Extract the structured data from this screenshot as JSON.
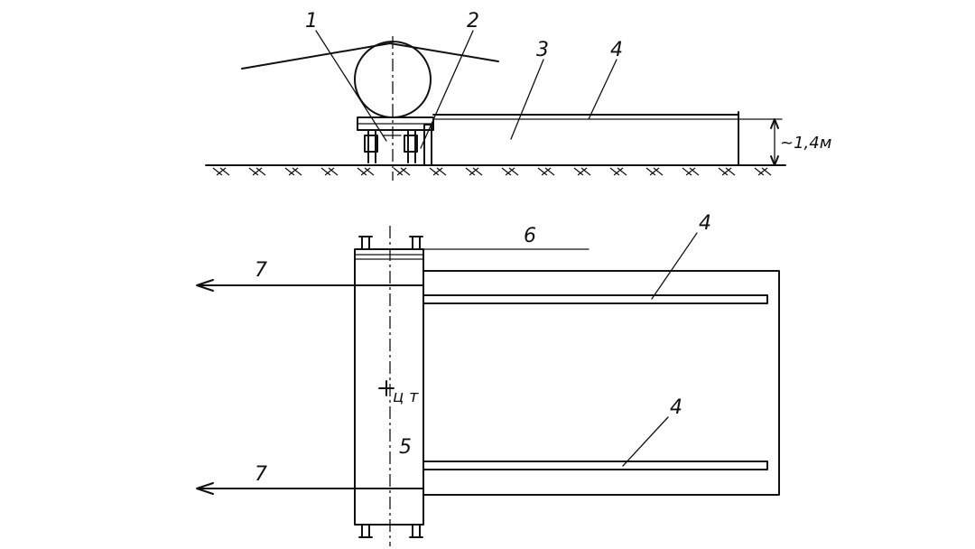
{
  "labels": {
    "item_1": "1",
    "item_2": "2",
    "item_3": "3",
    "item_4_side": "4",
    "item_4_plan_top": "4",
    "item_4_plan_bottom": "4",
    "item_5": "5",
    "item_6": "6",
    "item_7_top": "7",
    "item_7_bottom": "7",
    "center_of_gravity": "ц т",
    "height_dimension": "~1,4м"
  }
}
